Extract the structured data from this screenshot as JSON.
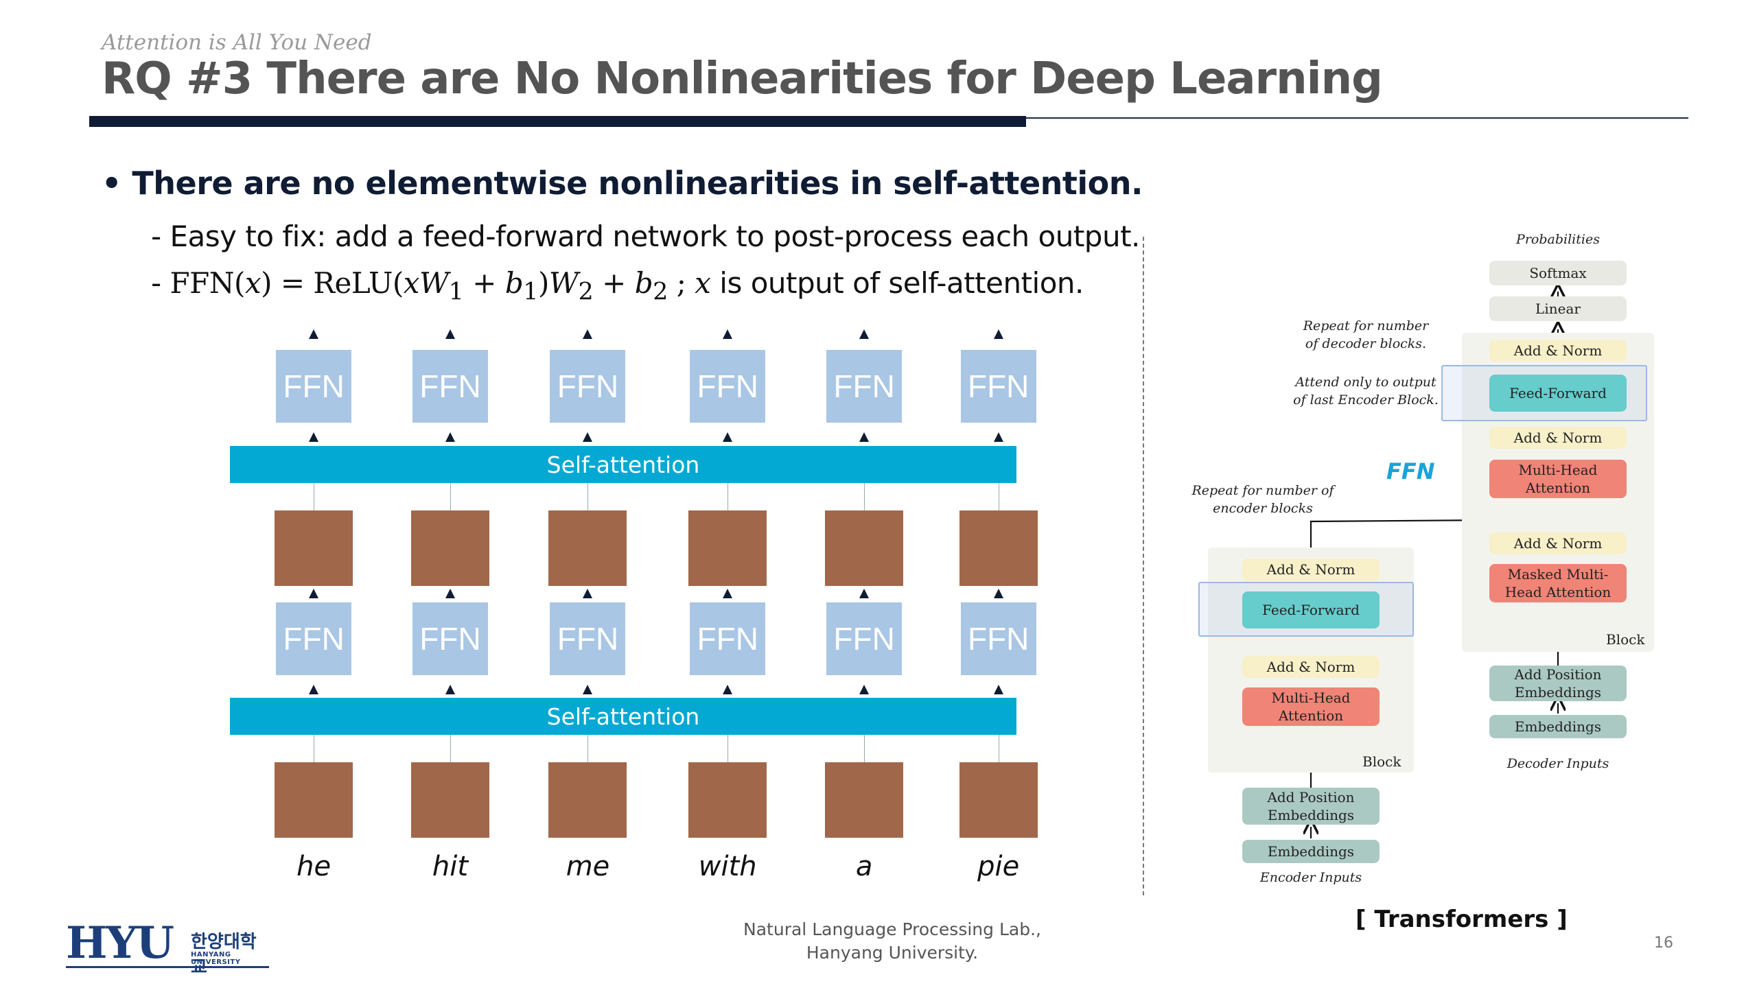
{
  "slide": {
    "subtitle": "Attention is All You Need",
    "title": "RQ #3 There are No Nonlinearities for Deep Learning",
    "bullet": "There are no elementwise nonlinearities in self-attention.",
    "sub1": "- Easy to fix: add a feed-forward network to post-process each output.",
    "sub2": {
      "dash": "-",
      "ffn": "FFN(",
      "x1": "x",
      "eq": ") = ReLU(",
      "x2": "x",
      "w1": "W",
      "w1sub": "1",
      "plus1": " + ",
      "b1": "b",
      "b1sub": "1",
      "close": ")",
      "w2": "W",
      "w2sub": "2",
      "plus2": " + ",
      "b2": "b",
      "b2sub": "2",
      "semi": " ; ",
      "x3": "x",
      "rest": " is output of self-attention."
    }
  },
  "left_diagram": {
    "ffn_label": "FFN",
    "self_attention_label": "Self-attention",
    "words": [
      "he",
      "hit",
      "me",
      "with",
      "a",
      "pie"
    ]
  },
  "transformer": {
    "probabilities": "Probabilities",
    "softmax": "Softmax",
    "linear": "Linear",
    "add_norm": "Add & Norm",
    "feed_forward": "Feed-Forward",
    "multi_head_attention": "Multi-Head Attention",
    "masked_multi_head_attention": "Masked Multi-Head Attention",
    "add_position_embeddings": "Add Position Embeddings",
    "embeddings": "Embeddings",
    "block": "Block",
    "encoder_inputs": "Encoder Inputs",
    "decoder_inputs": "Decoder Inputs",
    "repeat_decoder": "Repeat for number of decoder blocks.",
    "attend_only": "Attend only to output of last Encoder Block.",
    "repeat_encoder": "Repeat for number of encoder blocks",
    "ffn_tag": "FFN",
    "caption": "[ Transformers ]"
  },
  "footer": {
    "logo_text": "HYU",
    "logo_kr": "한양대학교",
    "logo_en": "HANYANG UNIVERSITY",
    "lab_line1": "Natural Language Processing Lab.,",
    "lab_line2": "Hanyang University.",
    "page_number": "16"
  },
  "colors": {
    "ffn_box": "#a9c6e4",
    "self_attention_bar": "#04a9d3",
    "hidden_box": "#a1674a",
    "title_text": "#545454",
    "navy": "#0f1c33"
  }
}
